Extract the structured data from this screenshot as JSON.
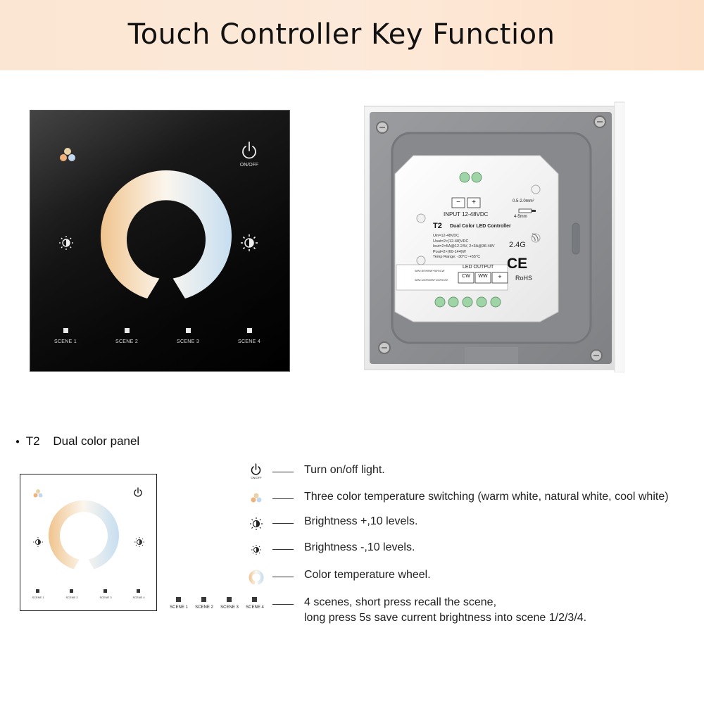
{
  "header": {
    "title": "Touch Controller Key Function"
  },
  "panel": {
    "onoff_label": "ON/OFF",
    "scenes": [
      "SCENE 1",
      "SCENE 2",
      "SCENE 3",
      "SCENE 4"
    ]
  },
  "device": {
    "input_label": "INPUT 12-48VDC",
    "wire_spec": "0.5-2.0mm²",
    "strip_spec": "4-5mm",
    "model": "T2",
    "product_name": "Dual Color LED Controller",
    "specs": [
      "Uin=12-48VDC",
      "Uout=2×(12-48)VDC",
      "Iout=2×5A@12-24V, 2×3A@36-48V",
      "Pout=2×(60-144)W",
      "Temp Range: -30°C~+55°C"
    ],
    "freq": "2.4G",
    "led_output_label": "LED OUTPUT",
    "terminals": [
      "CW",
      "WW",
      "+"
    ],
    "ce": "CE",
    "rohs": "RoHS",
    "table_rows": [
      "WW=50%WW+50%CW",
      "WW=100%WW+100%CW"
    ],
    "plus": "+",
    "minus": "−"
  },
  "section": {
    "bullet": "●",
    "model": "T2",
    "name": "Dual color panel"
  },
  "mini_panel": {
    "scenes": [
      "SCENE 1",
      "SCENE 2",
      "SCENE 3",
      "SCENE 4"
    ]
  },
  "strip": {
    "scenes": [
      "SCENE 1",
      "SCENE 2",
      "SCENE 3",
      "SCENE 4"
    ]
  },
  "functions": [
    {
      "icon": "power-icon",
      "icon_caption": "ON/OFF",
      "text": "Turn on/off light."
    },
    {
      "icon": "color-temp-switch-icon",
      "text": "Three color temperature switching (warm white, natural white, cool white)"
    },
    {
      "icon": "brightness-up-icon",
      "text": "Brightness +,10 levels."
    },
    {
      "icon": "brightness-down-icon",
      "text": "Brightness -,10 levels."
    },
    {
      "icon": "color-wheel-icon",
      "text": "Color temperature wheel."
    },
    {
      "icon": "scene-keys-icon",
      "text": "4 scenes, short press recall the scene,",
      "text2": "long press 5s save current brightness into scene 1/2/3/4."
    }
  ],
  "colors": {
    "header_bg": "#fde9d9",
    "warm": "#f0c48e",
    "cool": "#c8def0",
    "panel_black": "#0a0a0a",
    "housing_grey": "#8a8c8f"
  }
}
